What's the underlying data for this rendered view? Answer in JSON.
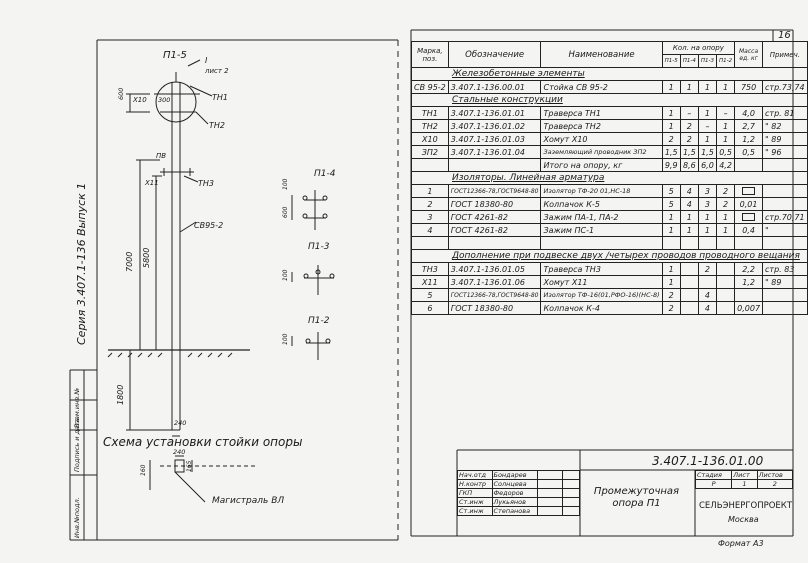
{
  "page_number": "16",
  "left_binding": {
    "series_label": "Серия 3.407.1-136  Выпуск 1",
    "inv_orig": "Инв.№подл.",
    "sign_date": "Подпись и дата",
    "replace_inv": "Взам.инв.№"
  },
  "drawing": {
    "main_pole": "П1-5",
    "section_mark": "I",
    "section_sheet": "лист 2",
    "callouts": [
      "ТН1",
      "ТН2",
      "Х10",
      "ТН3",
      "Х11",
      "СВ95-2"
    ],
    "dims": [
      "600",
      "300",
      "ПВ",
      "7000",
      "5800",
      "1800",
      "240"
    ],
    "variants": [
      {
        "label": "П1-4",
        "dim": "600",
        "dim2": "100"
      },
      {
        "label": "П1-3",
        "dim": "100"
      },
      {
        "label": "П1-2",
        "dim": "100"
      }
    ],
    "scheme_title": "Схема установки стойки опоры",
    "scheme_dims": [
      "240",
      "160",
      "165"
    ],
    "scheme_line": "Магистраль ВЛ"
  },
  "spec": {
    "headers": {
      "mark": "Марка, поз.",
      "designation": "Обозначение",
      "name": "Наименование",
      "qty_group": "Кол. на опору",
      "qty_cols": [
        "П1-5",
        "П1-4",
        "П1-3",
        "П1-2"
      ],
      "mass": "Масса ед. кг",
      "note": "Примеч."
    },
    "rows": [
      {
        "type": "section",
        "text": "Железобетонные элементы"
      },
      {
        "mark": "СВ 95-2",
        "des": "3.407.1-136.00.01",
        "name": "Стойка СВ 95-2",
        "q": [
          "1",
          "1",
          "1",
          "1"
        ],
        "mass": "750",
        "note": "стр.73,74"
      },
      {
        "type": "section",
        "text": "Стальные конструкции"
      },
      {
        "mark": "ТН1",
        "des": "3.407.1-136.01.01",
        "name": "Траверса ТН1",
        "q": [
          "1",
          "–",
          "1",
          "–"
        ],
        "mass": "4,0",
        "note": "стр. 81"
      },
      {
        "mark": "ТН2",
        "des": "3.407.1-136.01.02",
        "name": "Траверса ТН2",
        "q": [
          "1",
          "2",
          "–",
          "1"
        ],
        "mass": "2,7",
        "note": "\" 82"
      },
      {
        "mark": "Х10",
        "des": "3.407.1-136.01.03",
        "name": "Хомут Х10",
        "q": [
          "2",
          "2",
          "1",
          "1"
        ],
        "mass": "1,2",
        "note": "\" 89"
      },
      {
        "mark": "ЗП2",
        "des": "3.407.1-136.01.04",
        "name": "Заземляющий проводник ЗП2",
        "q": [
          "1,5",
          "1,5",
          "1,5",
          "0,5"
        ],
        "mass": "0,5",
        "note": "\" 96"
      },
      {
        "mark": "",
        "des": "",
        "name": "Итого на опору, кг",
        "q": [
          "9,9",
          "8,6",
          "6,0",
          "4,2"
        ],
        "mass": "",
        "note": ""
      },
      {
        "type": "section",
        "text": "Изоляторы. Линейная арматура"
      },
      {
        "mark": "1",
        "des": "ГОСТ12366-78,ГОСТ9648-80",
        "name": "Изолятор ТФ-20 01,НС-18",
        "q": [
          "5",
          "4",
          "3",
          "2"
        ],
        "mass": "box",
        "note": ""
      },
      {
        "mark": "2",
        "des": "ГОСТ 18380-80",
        "name": "Колпачок К-5",
        "q": [
          "5",
          "4",
          "3",
          "2"
        ],
        "mass": "0,01",
        "note": ""
      },
      {
        "mark": "3",
        "des": "ГОСТ 4261-82",
        "name": "Зажим ПА-1, ПА-2",
        "q": [
          "1",
          "1",
          "1",
          "1"
        ],
        "mass": "box",
        "note": "стр.70,71"
      },
      {
        "mark": "4",
        "des": "ГОСТ 4261-82",
        "name": "Зажим ПС-1",
        "q": [
          "1",
          "1",
          "1",
          "1"
        ],
        "mass": "0,4",
        "note": "\""
      },
      {
        "type": "blank"
      },
      {
        "type": "section",
        "text": "Дополнение при подвеске двух /четырех проводов проводного вещания"
      },
      {
        "mark": "ТН3",
        "des": "3.407.1-136.01.05",
        "name": "Траверса ТН3",
        "q": [
          "1",
          "",
          "2",
          ""
        ],
        "mass": "2,2",
        "note": "стр. 83"
      },
      {
        "mark": "Х11",
        "des": "3.407.1-136.01.06",
        "name": "Хомут Х11",
        "q": [
          "1",
          "",
          "",
          ""
        ],
        "mass": "1,2",
        "note": "\" 89"
      },
      {
        "mark": "5",
        "des": "ГОСТ12366-78,ГОСТ9648-80",
        "name": "Изолятор ТФ-16(01,РФО-16)(НС-8)",
        "q": [
          "2",
          "",
          "4",
          ""
        ],
        "mass": "",
        "note": ""
      },
      {
        "mark": "6",
        "des": "ГОСТ 18380-80",
        "name": "Колпачок К-4",
        "q": [
          "2",
          "",
          "4",
          ""
        ],
        "mass": "0,007",
        "note": ""
      }
    ]
  },
  "title_block": {
    "doc_code": "3.407.1-136.01.00",
    "roles": [
      "Нач.отд",
      "Н.контр",
      "ГКП",
      "Ст.инж",
      "Ст.инж"
    ],
    "names": [
      "Бондарев",
      "Солнцева",
      "Федоров",
      "Лукьянов",
      "Степанова"
    ],
    "title": "Промежуточная опора П1",
    "stage_label": "Стадия",
    "stage": "Р",
    "sheet_label": "Лист",
    "sheet": "1",
    "sheets_label": "Листов",
    "sheets": "2",
    "org": "СЕЛЬЭНЕРГОПРОЕКТ",
    "city": "Москва",
    "format_label": "Формат А3"
  }
}
